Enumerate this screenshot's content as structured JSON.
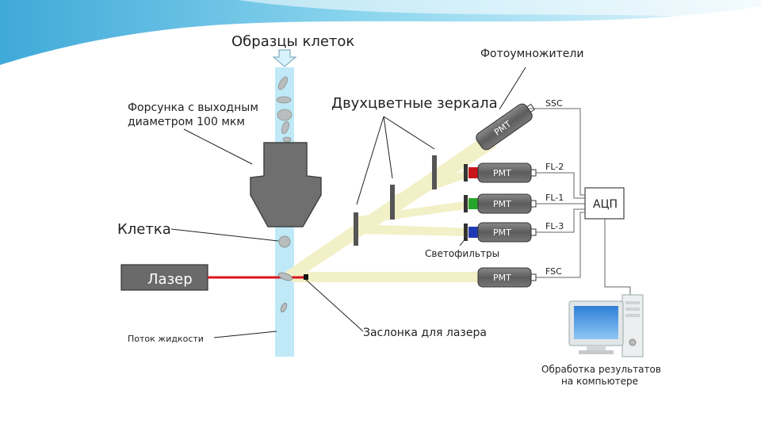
{
  "labels": {
    "samples": "Образцы клеток",
    "nozzle_line1": "Форсунка с выходным",
    "nozzle_line2": "диаметром 100 мкм",
    "dichroic": "Двухцветные зеркала",
    "pmts": "Фотоумножители",
    "cell": "Клетка",
    "laser": "Лазер",
    "flow": "Поток жидкости",
    "shutter": "Заслонка для лазера",
    "filters": "Светофильтры",
    "adc": "АЦП",
    "processing_line1": "Обработка результатов",
    "processing_line2": "на компьютере"
  },
  "detectors": [
    {
      "pmt": "PMT",
      "channel": "SSC",
      "filter_color": ""
    },
    {
      "pmt": "PMT",
      "channel": "FL-2",
      "filter_color": "#c8151b"
    },
    {
      "pmt": "PMT",
      "channel": "FL-1",
      "filter_color": "#27a52a"
    },
    {
      "pmt": "PMT",
      "channel": "FL-3",
      "filter_color": "#1f39b5"
    },
    {
      "pmt": "PMT",
      "channel": "FSC",
      "filter_color": ""
    }
  ],
  "colors": {
    "laser_beam": "#d9141b",
    "light_beam": "#f2f0c6",
    "stream": "#bfe9f7",
    "device_gray": "#6e6e6e",
    "header_blue": "#6ec6e6"
  }
}
